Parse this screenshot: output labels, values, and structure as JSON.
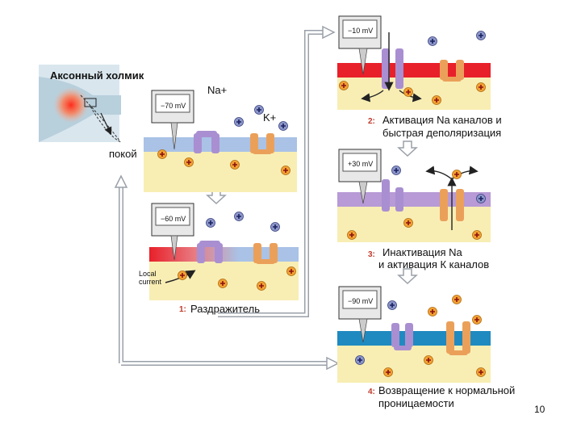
{
  "axon_hillock": {
    "title": "Аксонный холмик",
    "rest_label": "покой"
  },
  "ions": {
    "na": "Na+",
    "k": "K+"
  },
  "panels": [
    {
      "voltage": "−70 mV"
    },
    {
      "voltage": "−60 mV",
      "step": "1:",
      "caption": "Раздражитель",
      "local_current": "Local\ncurrent"
    },
    {
      "voltage": "−10 mV",
      "step": "2:",
      "caption_line1": "Активация Na каналов и",
      "caption_line2": "быстрая деполяризация"
    },
    {
      "voltage": "+30 mV",
      "step": "3:",
      "caption_line1": "Инактивация Na",
      "caption_line2": "и активация К каналов"
    },
    {
      "voltage": "−90 mV",
      "step": "4:",
      "caption_line1": "Возвращение к нормальной",
      "caption_line2": "проницаемости"
    }
  ],
  "page_number": "10",
  "colors": {
    "membrane_rest": "#a9c2e6",
    "membrane_active": "#e8202a",
    "membrane_purple": "#b79ad6",
    "membrane_blue": "#1f8ac0",
    "cytoplasm": "#f8eeb4",
    "na_channel": "#a98fd1",
    "k_channel": "#eba05a",
    "arrow_gray": "#9aa0a8"
  }
}
